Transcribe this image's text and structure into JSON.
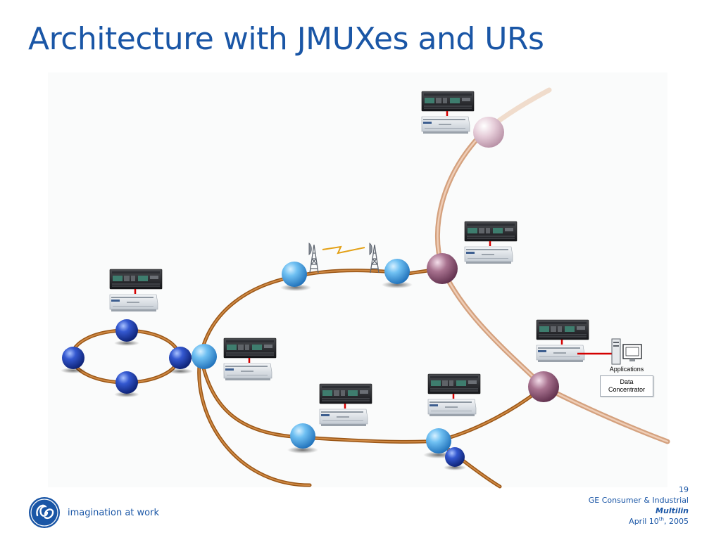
{
  "slide": {
    "title": "Architecture with JMUXes and URs"
  },
  "diagram": {
    "applications_label": "Applications",
    "data_concentrator_label": [
      "Data",
      "Concentrator"
    ]
  },
  "footer": {
    "tagline": "imagination at work",
    "page_number": "19",
    "company": "GE Consumer & Industrial",
    "brand": "Multilin",
    "date_prefix": "April 10",
    "date_suffix": "th",
    "date_year": ", 2005"
  },
  "colors": {
    "title": "#1a56a6",
    "fiber": "#b8702a",
    "fiber_light": "#e3c0a6",
    "node_light_blue": "#4aa4e6",
    "node_dark_blue": "#1c3fa8",
    "node_mauve": "#8e5a78",
    "link_red": "#d40000"
  }
}
